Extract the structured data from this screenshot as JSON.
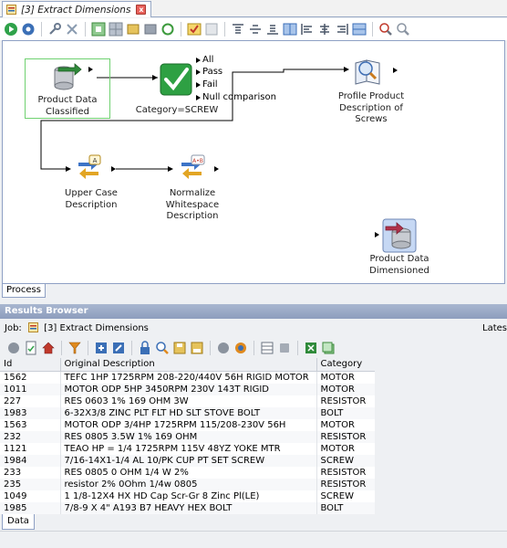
{
  "editor": {
    "tab_title": "[3] Extract Dimensions",
    "close_label": "x"
  },
  "toolbar": {
    "buttons": [
      "run-icon",
      "settings-gear-icon",
      "wrench-icon",
      "tools-icon",
      "grid-snap-icon",
      "grid-icon",
      "group-icon",
      "ungroup-icon",
      "refresh-icon",
      "check-icon",
      "blank-icon",
      "align-top-icon",
      "align-middle-icon",
      "align-bottom-icon",
      "columns-icon",
      "align-left-icon",
      "align-center-icon",
      "align-right-icon",
      "rows-icon",
      "zoom-in-icon",
      "zoom-out-icon"
    ]
  },
  "canvas": {
    "nodes": {
      "product_data_classified": "Product Data\nClassified",
      "category_processor": "Category=SCREW",
      "profile_product": "Profile Product\nDescription of\nScrews",
      "upper_case": "Upper Case\nDescription",
      "normalize": "Normalize\nWhitespace\nDescription",
      "product_data_dimensioned": "Product Data\nDimensioned"
    },
    "branches": {
      "all": "All",
      "pass": "Pass",
      "fail": "Fail",
      "null_comparison": "Null comparison"
    },
    "process_tab": "Process"
  },
  "results": {
    "header": "Results Browser",
    "job_label": "Job:",
    "job_name": "[3] Extract Dimensions",
    "latest_label": "Lates",
    "columns": [
      "Id",
      "Original Description",
      "Category"
    ],
    "rows": [
      [
        "1562",
        "TEFC 1HP 1725RPM 208-220/440V 56H RIGID MOTOR",
        "MOTOR"
      ],
      [
        "1011",
        "MOTOR ODP 5HP 3450RPM 230V 143T RIGID",
        "MOTOR"
      ],
      [
        "227",
        "RES 0603 1% 169 OHM 3W",
        "RESISTOR"
      ],
      [
        "1983",
        "6-32X3/8 ZINC PLT FLT HD SLT STOVE BOLT",
        "BOLT"
      ],
      [
        "1563",
        "MOTOR ODP 3/4HP 1725RPM 115/208-230V 56H",
        "MOTOR"
      ],
      [
        "232",
        "RES 0805 3.5W 1% 169 OHM",
        "RESISTOR"
      ],
      [
        "1121",
        "TEAO HP = 1/4 1725RPM 115V 48YZ YOKE MTR",
        "MOTOR"
      ],
      [
        "1984",
        "7/16-14X1-1/4 AL 10/PK CUP PT SET SCREW",
        "SCREW"
      ],
      [
        "233",
        "RES 0805 0 OHM 1/4 W 2%",
        "RESISTOR"
      ],
      [
        "235",
        "resistor 2% 0Ohm 1/4w 0805",
        "RESISTOR"
      ],
      [
        "1049",
        "1 1/8-12X4 HX HD Cap Scr-Gr 8 Zinc Pl(LE)",
        "SCREW"
      ],
      [
        "1985",
        "7/8-9 X 4\" A193 B7 HEAVY HEX BOLT",
        "BOLT"
      ]
    ],
    "data_tab": "Data"
  }
}
